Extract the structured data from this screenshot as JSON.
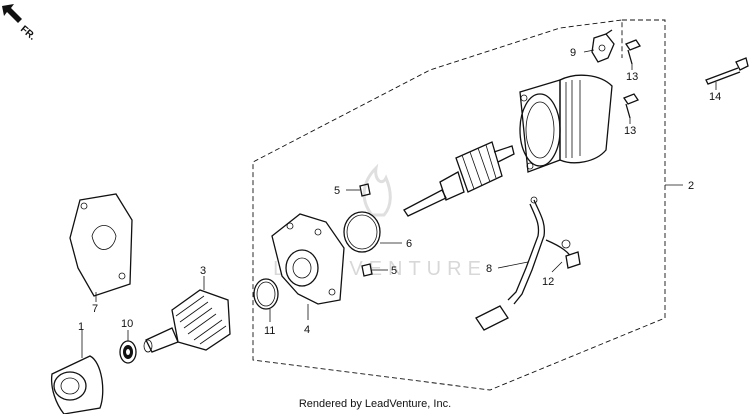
{
  "direction_indicator": {
    "label": "FR."
  },
  "watermark": {
    "text": "LEADVENTURE"
  },
  "credit": "Rendered by LeadVenture, Inc.",
  "callouts": {
    "c1": "1",
    "c2": "2",
    "c3": "3",
    "c4": "4",
    "c5a": "5",
    "c5b": "5",
    "c6": "6",
    "c7": "7",
    "c8": "8",
    "c9": "9",
    "c10": "10",
    "c11": "11",
    "c12": "12",
    "c13a": "13",
    "c13b": "13",
    "c14": "14"
  }
}
